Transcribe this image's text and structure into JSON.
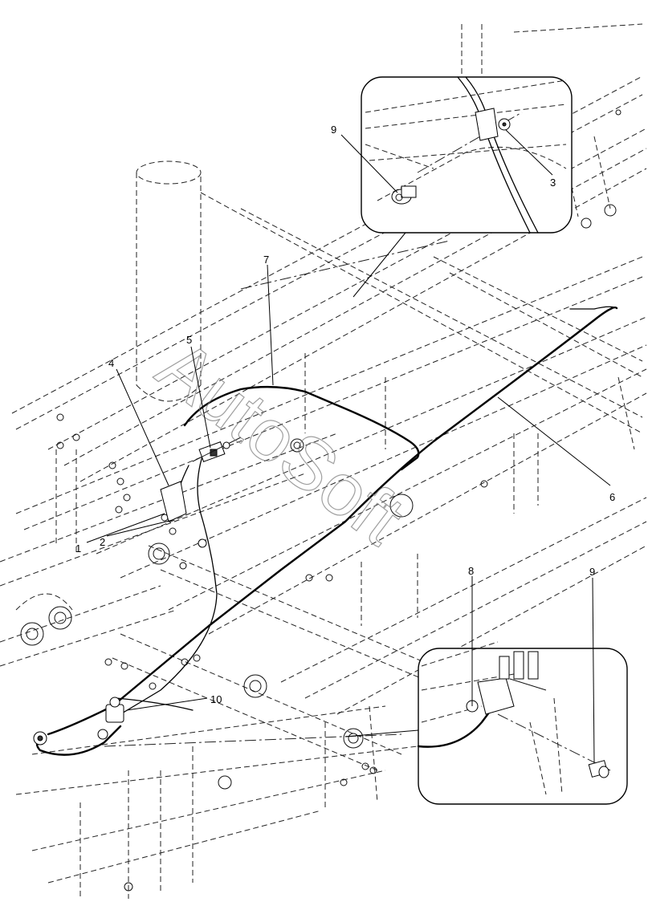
{
  "watermark": "AutoSoft",
  "callouts": {
    "c1": "1",
    "c2": "2",
    "c3": "3",
    "c4": "4",
    "c5": "5",
    "c6": "6",
    "c7": "7",
    "c8": "8",
    "c9_top": "9",
    "c9_bottom": "9",
    "c10": "10"
  },
  "colors": {
    "line": "#000000",
    "background": "#ffffff",
    "watermark": "#777777"
  }
}
